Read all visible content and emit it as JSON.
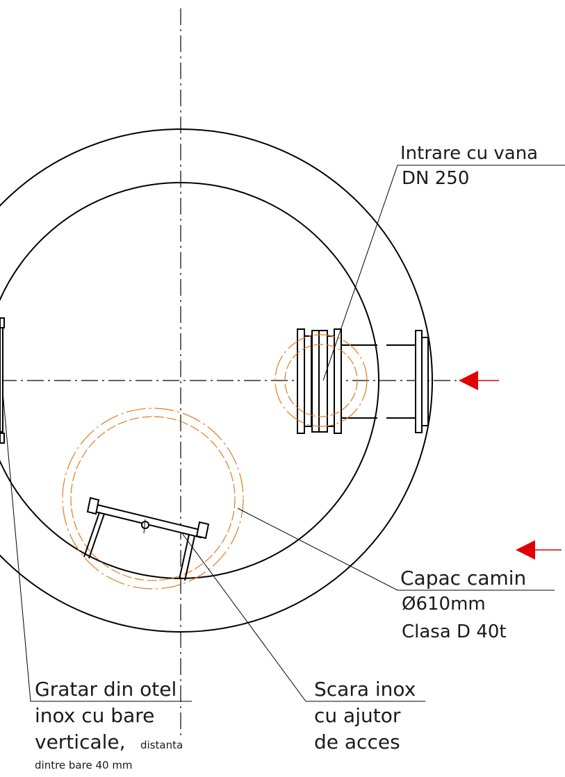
{
  "labels": {
    "inlet": {
      "line1": "Intrare cu vana",
      "line2": "DN 250"
    },
    "cover": {
      "line1": "Capac camin",
      "line2": "Ø610mm",
      "line3": "Clasa D 40t"
    },
    "ladder": {
      "line1": "Scara inox",
      "line2": "cu ajutor",
      "line3": "de acces"
    },
    "grate": {
      "line1": "Gratar din otel",
      "line2": "inox cu bare",
      "line3": "verticale,",
      "line3_small": "distanta",
      "line4": "dintre bare 40 mm"
    }
  },
  "colors": {
    "line": "#000000",
    "hidden": "#e07a1a",
    "flow_arrow": "#e00000"
  }
}
